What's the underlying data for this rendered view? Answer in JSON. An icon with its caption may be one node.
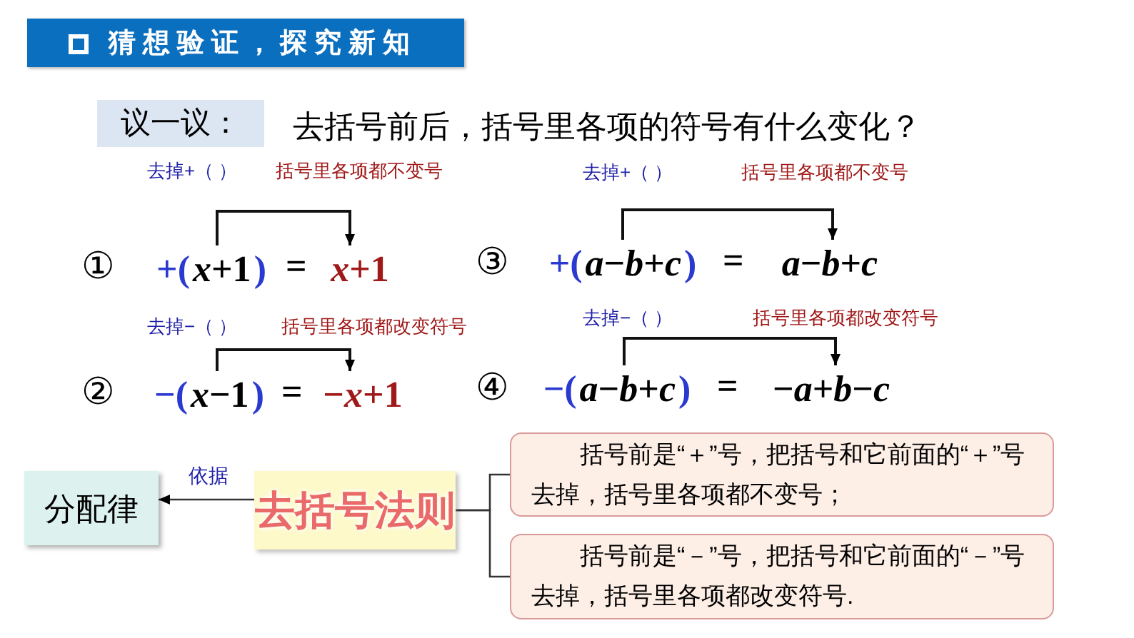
{
  "diagram": {
    "title": "猜想验证，探究新知",
    "nodes": [
      {
        "text": [
          "议一议："
        ]
      },
      {
        "text": [
          "+(",
          "*x*+1",
          ")"
        ]
      },
      {
        "text": [
          "*x*+1"
        ]
      },
      {
        "text": [
          "+(",
          "*a*−*b*+*c*",
          ")"
        ]
      },
      {
        "text": [
          "*a*−*b*+*c*"
        ]
      },
      {
        "text": [
          "−(",
          "*x*−1",
          ")"
        ]
      },
      {
        "text": [
          "−*x*+1"
        ]
      },
      {
        "text": [
          "−(",
          "*a*−*b*+*c*",
          ")"
        ]
      },
      {
        "text": [
          "−*a*+*b*−*c*"
        ]
      },
      {
        "text": [
          "分配律"
        ]
      },
      {
        "text": [
          "去括号法则"
        ]
      },
      {
        "text": [
          "括号前是“＋”号，把括号和它前面的“＋”号去掉，括号里各项都不变号；"
        ]
      },
      {
        "text": [
          "括号前是“－”号，把括号和它前面的“－”号去掉，括号里各项都改变符号."
        ]
      }
    ],
    "edges": [
      {
        "from": 1,
        "to": 2,
        "arrow": "to"
      },
      {
        "from": 3,
        "to": 4,
        "arrow": "to"
      },
      {
        "from": 5,
        "to": 6,
        "arrow": "to"
      },
      {
        "from": 7,
        "to": 8,
        "arrow": "to"
      },
      {
        "from": 10,
        "to": 9,
        "arrow": "to",
        "label": "依据"
      },
      {
        "from": 10,
        "to": 11,
        "arrow": "none"
      },
      {
        "from": 10,
        "to": 12,
        "arrow": "none"
      }
    ],
    "labels": [
      "去括号前后，括号里各项的符号有什么变化？",
      "去掉+（  ）",
      "括号里各项都不变号",
      "去掉+（  ）",
      "括号里各项都不变号",
      "①",
      "=",
      "③",
      "=",
      "去掉−（  ）",
      "括号里各项都改变符号",
      "去掉−（  ）",
      "括号里各项都改变符号",
      "②",
      "=",
      "④",
      "="
    ]
  }
}
